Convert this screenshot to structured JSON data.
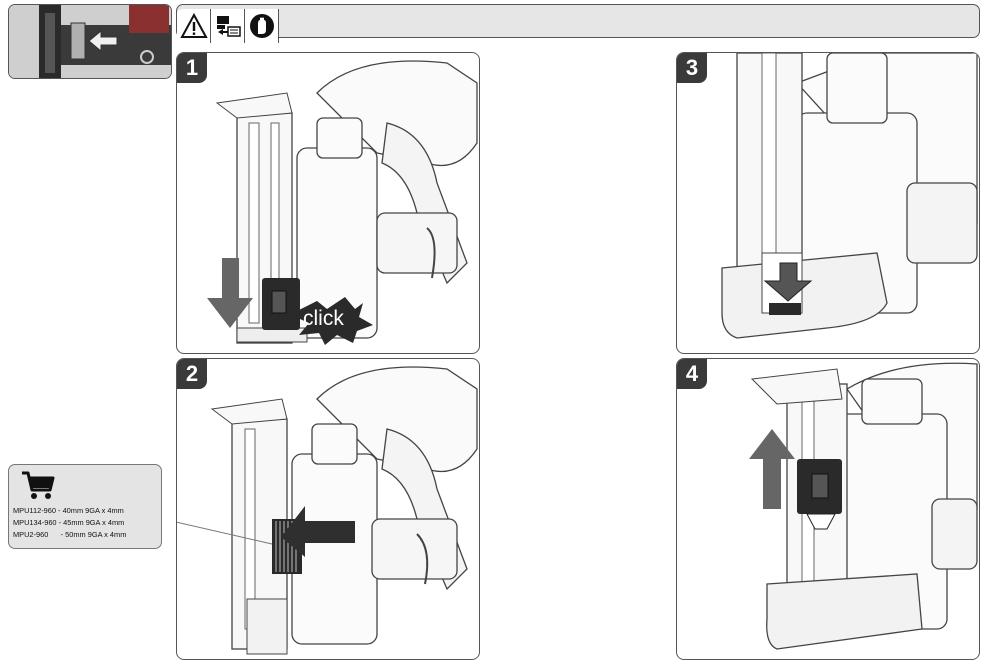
{
  "header": {
    "icons": [
      "warning-icon",
      "battery-remove-icon",
      "gloves-icon"
    ]
  },
  "steps": [
    {
      "number": "1",
      "click_text": "click"
    },
    {
      "number": "2"
    },
    {
      "number": "3"
    },
    {
      "number": "4"
    }
  ],
  "parts": {
    "icon": "shopping-cart-icon",
    "items": [
      "MPU112-960 - 40mm 9GA x 4mm",
      "MPU134-960 - 45mm 9GA x 4mm",
      "MPU2-960      - 50mm 9GA x 4mm"
    ]
  },
  "colors": {
    "frame": "#555555",
    "header_fill": "#e6e6e6",
    "arrow_gray": "#666666",
    "badge": "#3a3a3a"
  }
}
